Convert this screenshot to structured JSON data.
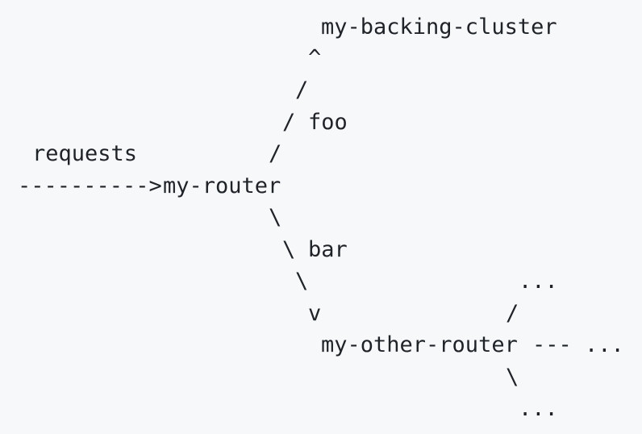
{
  "nodes": {
    "backing_cluster": "my-backing-cluster",
    "router": "my-router",
    "other_router": "my-other-router"
  },
  "edge_labels": {
    "requests": "requests",
    "foo": "foo",
    "bar": "bar"
  },
  "glyphs": {
    "caret": "^",
    "slash": "/",
    "backslash": "\\",
    "v": "v",
    "arrow": "---------->",
    "dashes": "---",
    "ellipsis": "..."
  }
}
